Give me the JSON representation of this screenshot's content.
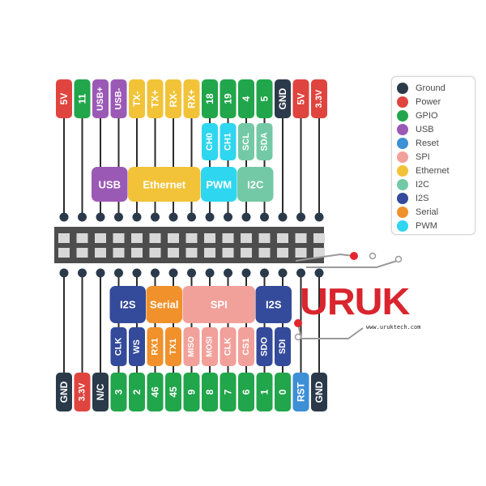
{
  "colors": {
    "Ground": "#2b3a4a",
    "Power": "#e0443f",
    "GPIO": "#21a64b",
    "USB": "#9b59b6",
    "Reset": "#3d8fd6",
    "SPI": "#f2a09a",
    "Ethernet": "#f2c338",
    "I2C": "#73c9a6",
    "I2S": "#344a9a",
    "Serial": "#f0912c",
    "PWM": "#2fd6f0"
  },
  "legend": [
    {
      "label": "Ground",
      "color": "#2b3a4a"
    },
    {
      "label": "Power",
      "color": "#e0443f"
    },
    {
      "label": "GPIO",
      "color": "#21a64b"
    },
    {
      "label": "USB",
      "color": "#9b59b6"
    },
    {
      "label": "Reset",
      "color": "#3d8fd6"
    },
    {
      "label": "SPI",
      "color": "#f2a09a"
    },
    {
      "label": "Ethernet",
      "color": "#f2c338"
    },
    {
      "label": "I2C",
      "color": "#73c9a6"
    },
    {
      "label": "I2S",
      "color": "#344a9a"
    },
    {
      "label": "Serial",
      "color": "#f0912c"
    },
    {
      "label": "PWM",
      "color": "#2fd6f0"
    }
  ],
  "top_pins": [
    {
      "label": "5V",
      "type": "Power"
    },
    {
      "label": "11",
      "type": "GPIO"
    },
    {
      "label": "USB+",
      "type": "USB"
    },
    {
      "label": "USB-",
      "type": "USB"
    },
    {
      "label": "TX-",
      "type": "Ethernet"
    },
    {
      "label": "TX+",
      "type": "Ethernet"
    },
    {
      "label": "RX-",
      "type": "Ethernet"
    },
    {
      "label": "RX+",
      "type": "Ethernet"
    },
    {
      "label": "18",
      "type": "GPIO"
    },
    {
      "label": "19",
      "type": "GPIO"
    },
    {
      "label": "4",
      "type": "GPIO"
    },
    {
      "label": "5",
      "type": "GPIO"
    },
    {
      "label": "GND",
      "type": "Ground"
    },
    {
      "label": "5V",
      "type": "Power"
    },
    {
      "label": "3.3V",
      "type": "Power"
    }
  ],
  "top_sub": [
    {
      "col": 8,
      "label": "CH0",
      "type": "PWM"
    },
    {
      "col": 9,
      "label": "CH1",
      "type": "PWM"
    },
    {
      "col": 10,
      "label": "SCL",
      "type": "I2C"
    },
    {
      "col": 11,
      "label": "SDA",
      "type": "I2C"
    }
  ],
  "top_groups": [
    {
      "from": 2,
      "to": 3,
      "label": "USB",
      "type": "USB"
    },
    {
      "from": 4,
      "to": 7,
      "label": "Ethernet",
      "type": "Ethernet"
    },
    {
      "from": 8,
      "to": 9,
      "label": "PWM",
      "type": "PWM"
    },
    {
      "from": 10,
      "to": 11,
      "label": "I2C",
      "type": "I2C"
    }
  ],
  "bottom_pins": [
    {
      "label": "GND",
      "type": "Ground"
    },
    {
      "label": "3.3V",
      "type": "Power"
    },
    {
      "label": "N/C",
      "type": "Ground"
    },
    {
      "label": "3",
      "type": "GPIO"
    },
    {
      "label": "2",
      "type": "GPIO"
    },
    {
      "label": "46",
      "type": "GPIO"
    },
    {
      "label": "45",
      "type": "GPIO"
    },
    {
      "label": "9",
      "type": "GPIO"
    },
    {
      "label": "8",
      "type": "GPIO"
    },
    {
      "label": "7",
      "type": "GPIO"
    },
    {
      "label": "6",
      "type": "GPIO"
    },
    {
      "label": "1",
      "type": "GPIO"
    },
    {
      "label": "0",
      "type": "GPIO"
    },
    {
      "label": "RST",
      "type": "Reset"
    },
    {
      "label": "GND",
      "type": "Ground"
    }
  ],
  "bottom_sub": [
    {
      "col": 3,
      "label": "CLK",
      "type": "I2S"
    },
    {
      "col": 4,
      "label": "WS",
      "type": "I2S"
    },
    {
      "col": 5,
      "label": "RX1",
      "type": "Serial"
    },
    {
      "col": 6,
      "label": "TX1",
      "type": "Serial"
    },
    {
      "col": 7,
      "label": "MISO",
      "type": "SPI"
    },
    {
      "col": 8,
      "label": "MOSI",
      "type": "SPI"
    },
    {
      "col": 9,
      "label": "CLK",
      "type": "SPI"
    },
    {
      "col": 10,
      "label": "CS1",
      "type": "SPI"
    },
    {
      "col": 11,
      "label": "SDO",
      "type": "I2S"
    },
    {
      "col": 12,
      "label": "SDI",
      "type": "I2S"
    }
  ],
  "bottom_groups": [
    {
      "from": 3,
      "to": 4,
      "label": "I2S",
      "type": "I2S"
    },
    {
      "from": 5,
      "to": 6,
      "label": "Serial",
      "type": "Serial"
    },
    {
      "from": 7,
      "to": 10,
      "label": "SPI",
      "type": "SPI"
    },
    {
      "from": 11,
      "to": 12,
      "label": "I2S",
      "type": "I2S"
    }
  ],
  "logo": {
    "text": "URUK",
    "url": "www.uruktech.com"
  }
}
